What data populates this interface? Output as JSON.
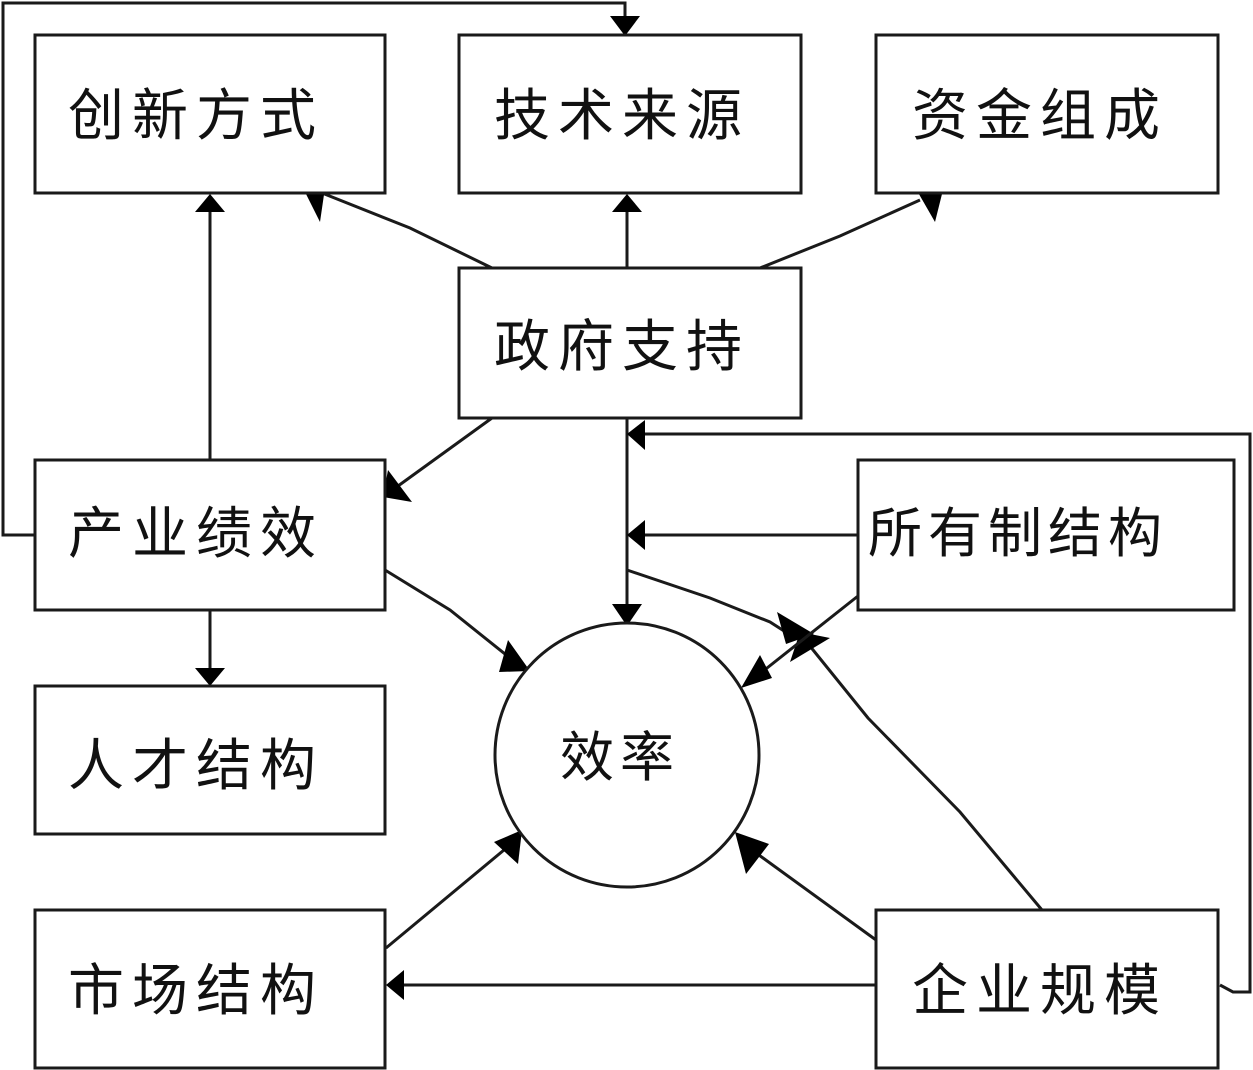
{
  "nodes": {
    "innovation_mode": "创新方式",
    "tech_source": "技术来源",
    "capital_composition": "资金组成",
    "gov_support": "政府支持",
    "industry_performance": "产业绩效",
    "ownership_structure": "所有制结构",
    "talent_structure": "人才结构",
    "efficiency": "效率",
    "market_structure": "市场结构",
    "firm_scale": "企业规模"
  },
  "colors": {
    "stroke": "#1a1a1a",
    "arrowhead": "#000000",
    "text": "#111111",
    "background": "#ffffff"
  }
}
